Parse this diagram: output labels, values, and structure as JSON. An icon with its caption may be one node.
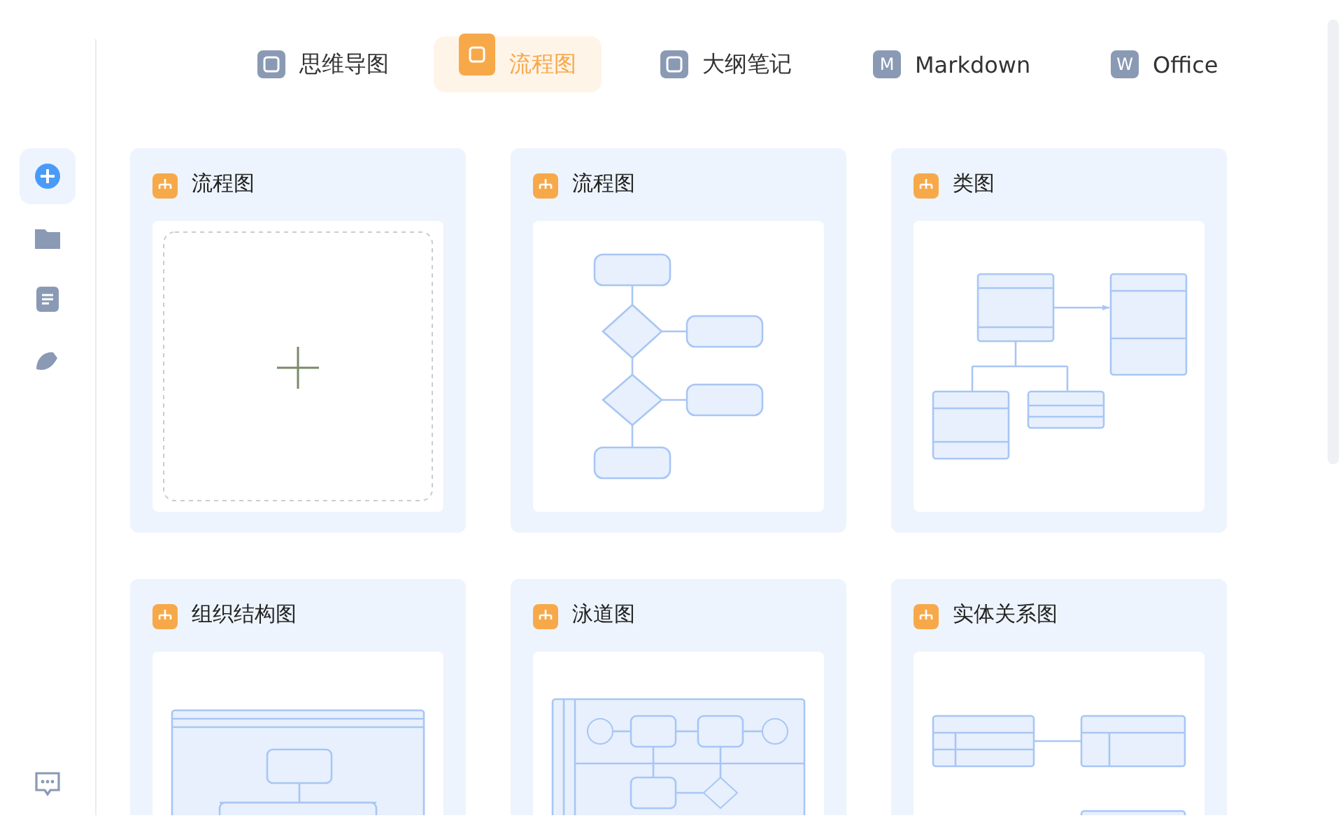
{
  "diagram": {
    "labels": [
      "思维导图",
      "流程图",
      "大纲笔记",
      "Markdown",
      "Office",
      "流程图",
      "流程图",
      "类图",
      "组织结构图",
      "泳道图",
      "实体关系图",
      "M",
      "W"
    ]
  }
}
